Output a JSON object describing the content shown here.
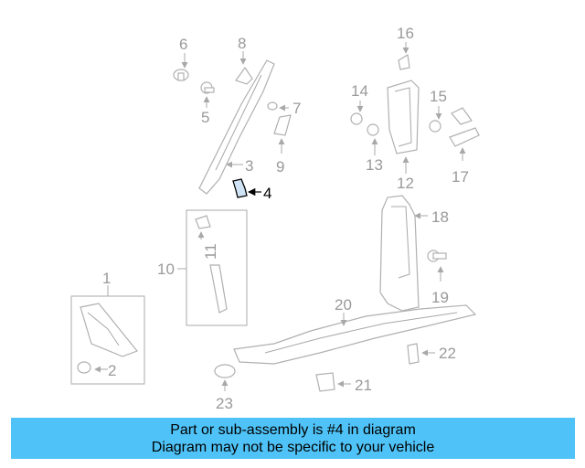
{
  "labels": {
    "p1": "1",
    "p2": "2",
    "p3": "3",
    "p4": "4",
    "p5": "5",
    "p6": "6",
    "p7": "7",
    "p8": "8",
    "p9": "9",
    "p10": "10",
    "p11": "11",
    "p12": "12",
    "p13": "13",
    "p14": "14",
    "p15": "15",
    "p16": "16",
    "p17": "17",
    "p18": "18",
    "p19": "19",
    "p20": "20",
    "p21": "21",
    "p22": "22",
    "p23": "23"
  },
  "banner": {
    "line1": "Part or sub-assembly is #4 in diagram",
    "line2": "Diagram may not be specific to your vehicle"
  },
  "colors": {
    "banner": "#4fc3f7",
    "highlight": "#000000",
    "muted": "#9a9a9a"
  }
}
